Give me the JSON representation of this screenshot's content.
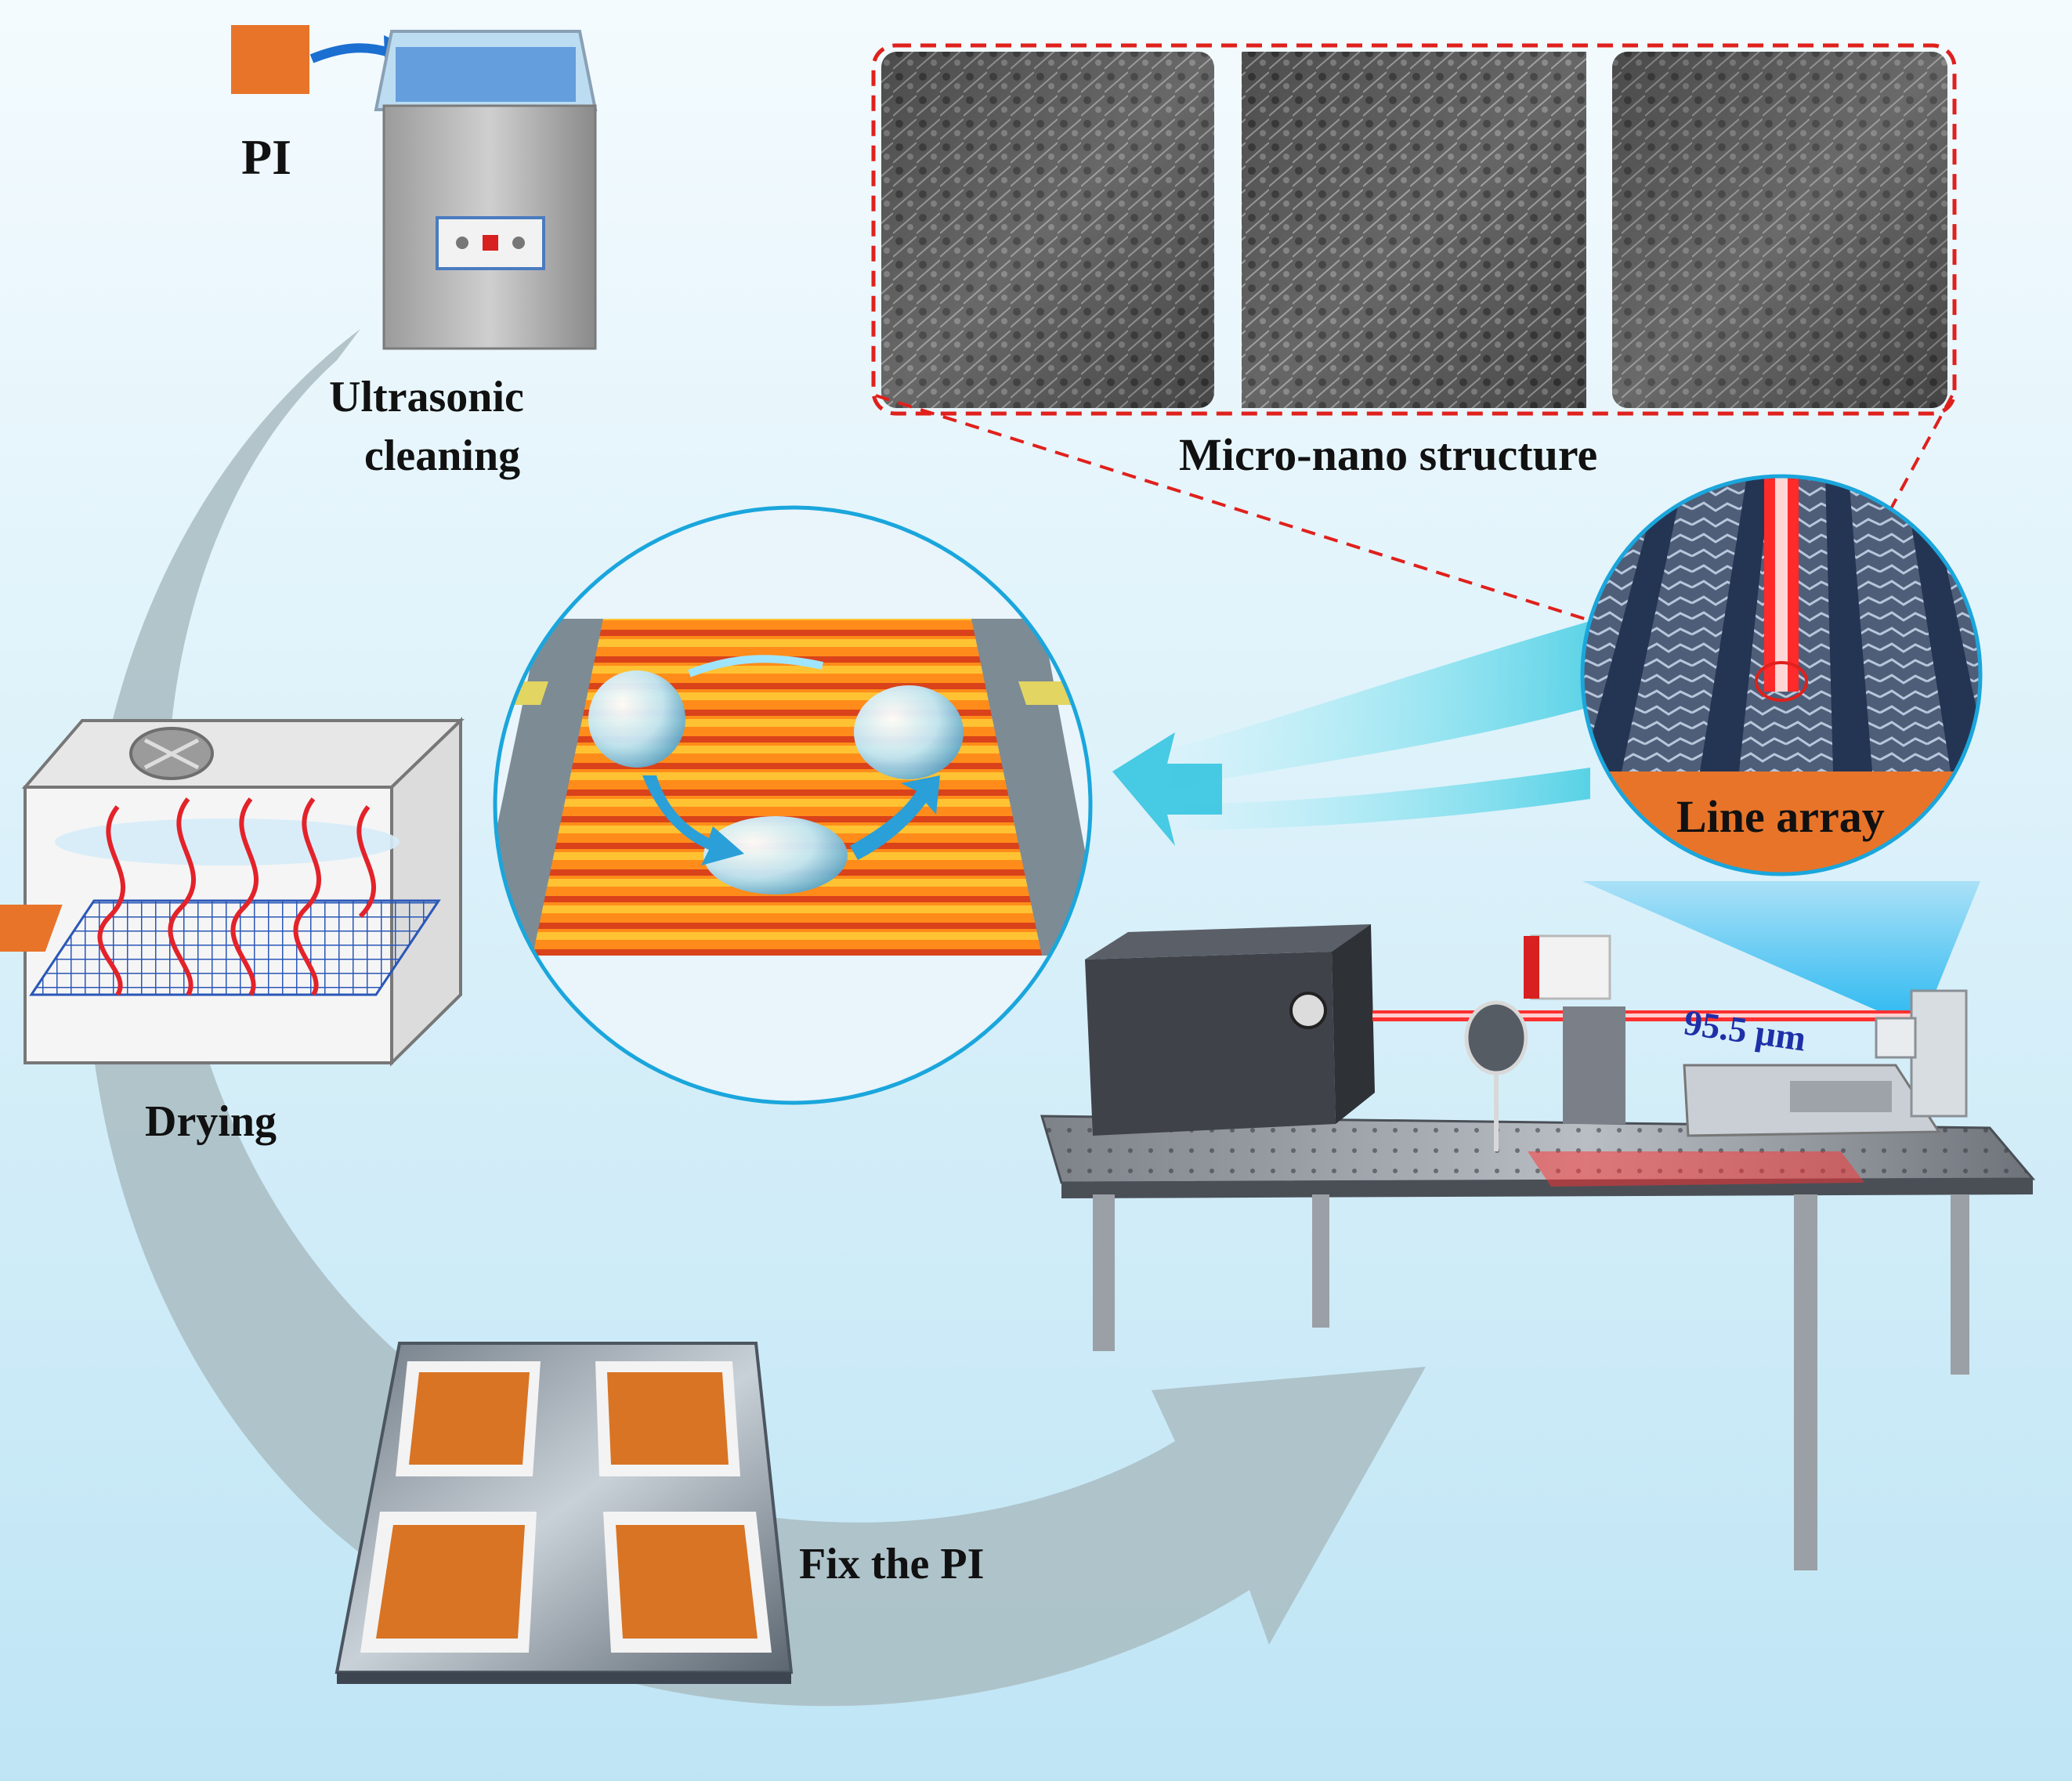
{
  "labels": {
    "pi": "PI",
    "ultrasonic_line1": "Ultrasonic",
    "ultrasonic_line2": "cleaning",
    "drying": "Drying",
    "fix_pi": "Fix the PI",
    "micro_nano": "Micro-nano structure",
    "line_array": "Line array",
    "spot_size": "95.5 μm"
  },
  "colors": {
    "background_top": "#f3fafd",
    "background_bottom": "#bfe6f6",
    "pi_orange": "#e8742a",
    "laser_red": "#ff2020",
    "callout_red": "#e0201c",
    "circle_blue": "#1aa6dc",
    "flow_arrow": "#9fb3b8",
    "spot_label": "#1e2fa8"
  },
  "icons": {
    "pi_block": "orange-square-icon",
    "transfer_arrow": "blue-curved-arrow-icon",
    "bath": "ultrasonic-bath-icon",
    "oven": "drying-oven-icon",
    "fixture": "pi-fixture-plate-icon",
    "laser": "laser-processing-table-icon"
  }
}
